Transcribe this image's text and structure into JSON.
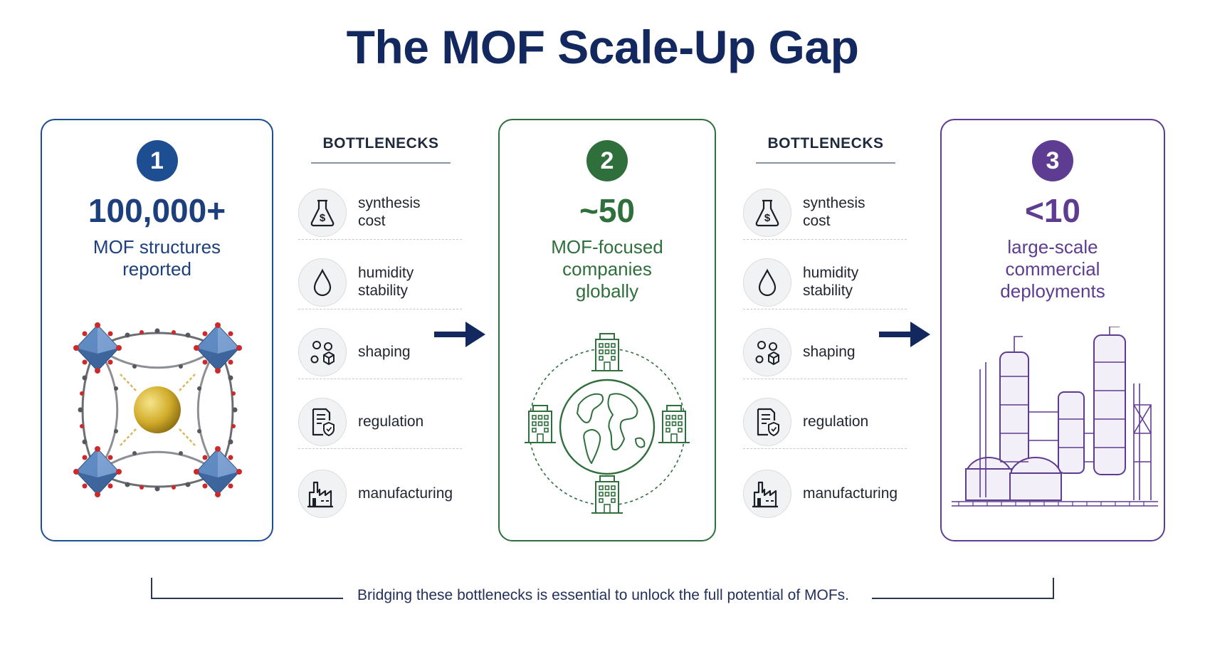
{
  "title": "The MOF Scale-Up Gap",
  "colors": {
    "navy": "#12285e",
    "blue": "#1d4e92",
    "green": "#2f6f3c",
    "purple": "#5e3c92"
  },
  "stages": [
    {
      "number": "1",
      "value": "100,000+",
      "desc_lines": [
        "MOF structures",
        "reported"
      ],
      "illustration": "mof-crystal-structure"
    },
    {
      "number": "2",
      "value": "~50",
      "desc_lines": [
        "MOF-focused",
        "companies",
        "globally"
      ],
      "illustration": "globe-with-buildings"
    },
    {
      "number": "3",
      "value": "<10",
      "desc_lines": [
        "large-scale",
        "commercial",
        "deployments"
      ],
      "illustration": "industrial-plant"
    }
  ],
  "bottlenecks_left": {
    "header": "BOTTLENECKS",
    "items": [
      {
        "icon": "flask-dollar-icon",
        "lines": [
          "synthesis",
          "cost"
        ]
      },
      {
        "icon": "droplet-icon",
        "lines": [
          "humidity",
          "stability"
        ]
      },
      {
        "icon": "shapes-icon",
        "lines": [
          "shaping"
        ]
      },
      {
        "icon": "document-shield-icon",
        "lines": [
          "regulation"
        ]
      },
      {
        "icon": "factory-icon",
        "lines": [
          "manufacturing"
        ]
      }
    ]
  },
  "bottlenecks_right": {
    "header": "BOTTLENECKS",
    "items": [
      {
        "icon": "flask-dollar-icon",
        "lines": [
          "synthesis",
          "cost"
        ]
      },
      {
        "icon": "droplet-icon",
        "lines": [
          "humidity",
          "stability"
        ]
      },
      {
        "icon": "shapes-icon",
        "lines": [
          "shaping"
        ]
      },
      {
        "icon": "document-shield-icon",
        "lines": [
          "regulation"
        ]
      },
      {
        "icon": "factory-icon",
        "lines": [
          "manufacturing"
        ]
      }
    ]
  },
  "footer": "Bridging these bottlenecks is essential to unlock the full potential of MOFs."
}
